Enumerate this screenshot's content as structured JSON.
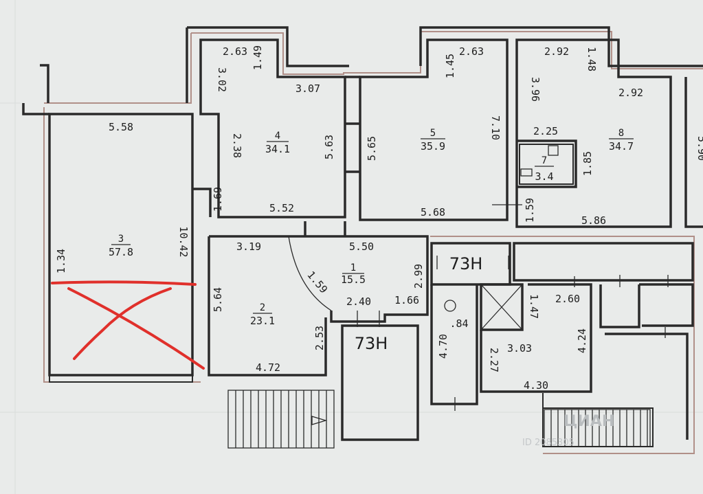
{
  "rooms": [
    {
      "number": "1",
      "area": "15.5"
    },
    {
      "number": "2",
      "area": "23.1"
    },
    {
      "number": "3",
      "area": "57.8"
    },
    {
      "number": "4",
      "area": "34.1"
    },
    {
      "number": "5",
      "area": "35.9"
    },
    {
      "number": "7",
      "area": "3.4"
    },
    {
      "number": "8",
      "area": "34.7"
    }
  ],
  "dimensions": {
    "room3_top": "5.58",
    "room3_right": "10.42",
    "room3_left": "1.34",
    "room4_top_a": "2.63",
    "room4_top_b": "1.49",
    "room4_left_a": "3.02",
    "room4_top_c": "3.07",
    "room4_left_b": "2.38",
    "room4_right": "5.63",
    "room4_left_c": "1.69",
    "room4_bottom": "5.52",
    "room5_top_a": "1.45",
    "room5_top_b": "2.63",
    "room5_left": "5.65",
    "room5_right": "7.10",
    "room5_bottom": "5.68",
    "room8_top_a": "2.92",
    "room8_top_b": "1.48",
    "room8_left": "3.96",
    "room8_top_c": "2.92",
    "room7_top": "2.25",
    "room8_inner": "1.85",
    "room8_small": "1.59",
    "room8_bottom": "5.86",
    "room2_top": "3.19",
    "room2_left": "5.64",
    "room2_diag": "1.59",
    "room2_right": "2.53",
    "room2_bottom": "4.72",
    "room1_top": "5.50",
    "room1_right": "2.99",
    "room1_bottom_a": "2.40",
    "room1_bottom_b": "1.66",
    "right_a": "4.70",
    "right_b": ".84",
    "right_c": "1.47",
    "right_d": "2.60",
    "right_e": "2.27",
    "right_f": "3.03",
    "right_g": "4.24",
    "right_h": "4.30",
    "edge_right": "5.90"
  },
  "labels": {
    "unlabeled_top": "73Н",
    "unlabeled_bottom": "73Н"
  },
  "watermark": {
    "text": "ЦИАН",
    "sub": "ID 2085305"
  }
}
